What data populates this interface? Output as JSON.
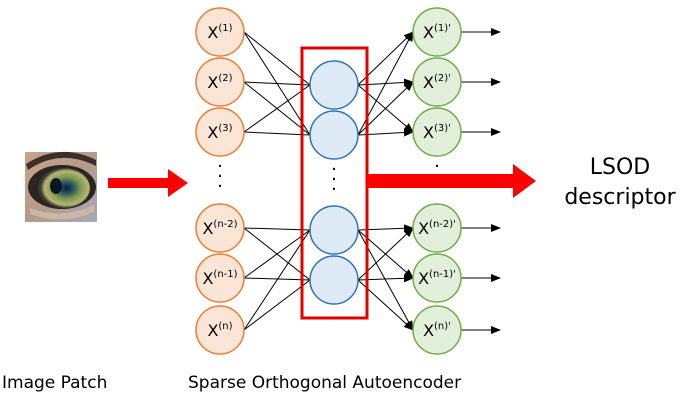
{
  "input_nodes": [
    {
      "base": "X",
      "sup": "(1)"
    },
    {
      "base": "X",
      "sup": "(2)"
    },
    {
      "base": "X",
      "sup": "(3)"
    },
    {
      "base": "X",
      "sup": "(n-2)"
    },
    {
      "base": "X",
      "sup": "(n-1)"
    },
    {
      "base": "X",
      "sup": "(n)"
    }
  ],
  "output_nodes": [
    {
      "base": "X",
      "sup": "(1)'"
    },
    {
      "base": "X",
      "sup": "(2)'"
    },
    {
      "base": "X",
      "sup": "(3)'"
    },
    {
      "base": "X",
      "sup": "(n-2)'"
    },
    {
      "base": "X",
      "sup": "(n-1)'"
    },
    {
      "base": "X",
      "sup": "(n)'"
    }
  ],
  "ellipsis": "·  ·  ·",
  "captions": {
    "image_patch": "Image Patch",
    "autoencoder": "Sparse Orthogonal Autoencoder"
  },
  "descriptor": {
    "line1": "LSOD",
    "line2": "descriptor"
  },
  "colors": {
    "arrow": "#ff0000",
    "box": "#e00000"
  },
  "icons": {
    "image_patch": "eye-image-patch"
  }
}
